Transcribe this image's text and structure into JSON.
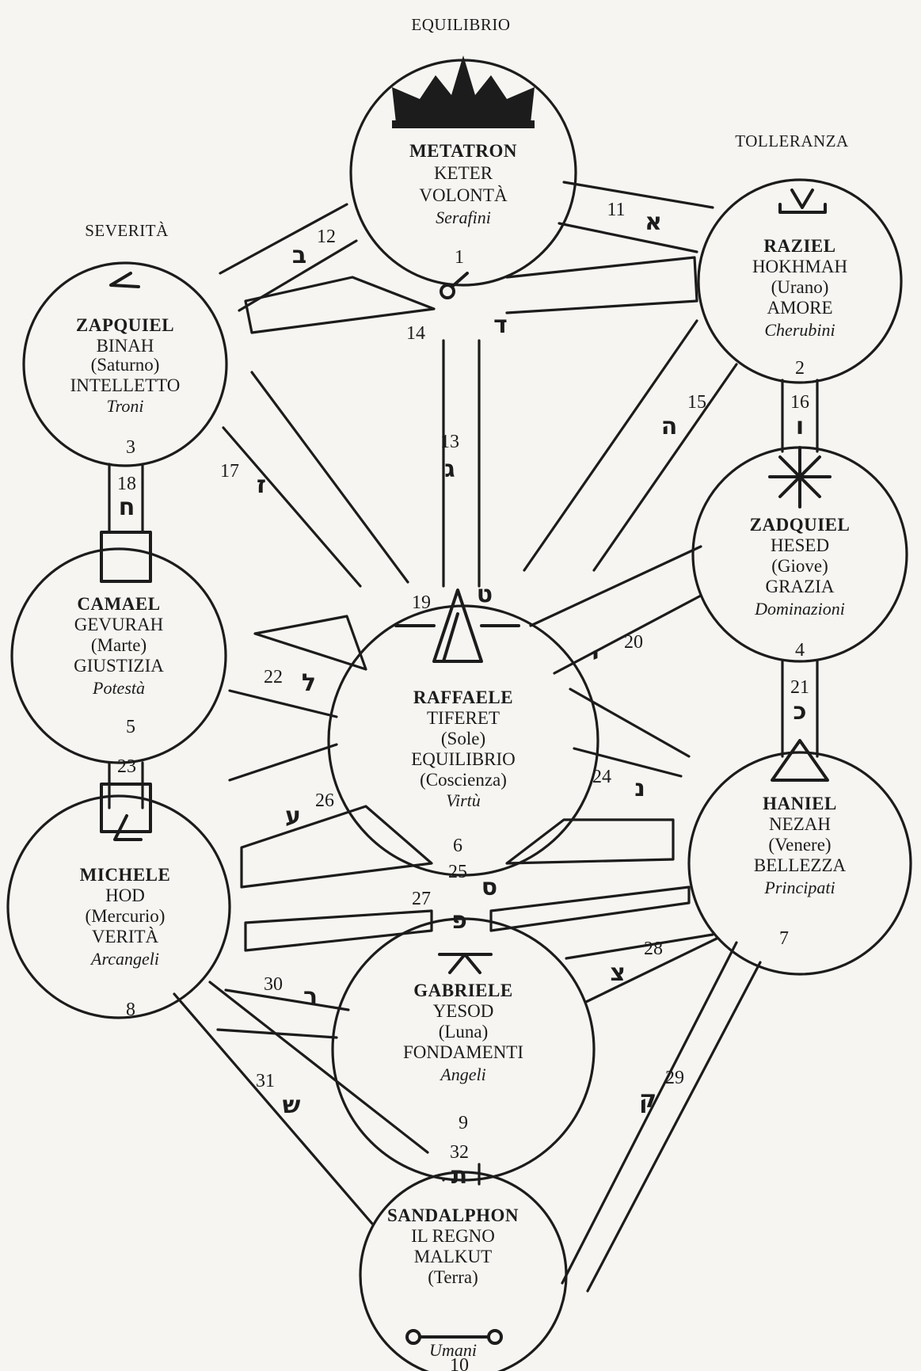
{
  "qualities": {
    "equilibrio": "EQUILIBRIO",
    "tolleranza": "TOLLERANZA",
    "severita": "SEVERITÀ"
  },
  "sephirot": {
    "keter": {
      "angel": "METATRON",
      "lines": [
        "KETER",
        "VOLONTÀ"
      ],
      "choir": "Serafini",
      "number": "1"
    },
    "hokhmah": {
      "angel": "RAZIEL",
      "lines": [
        "HOKHMAH",
        "(Urano)",
        "AMORE"
      ],
      "choir": "Cherubini",
      "number": "2"
    },
    "binah": {
      "angel": "ZAPQUIEL",
      "lines": [
        "BINAH",
        "(Saturno)",
        "INTELLETTO"
      ],
      "choir": "Troni",
      "number": "3"
    },
    "hesed": {
      "angel": "ZADQUIEL",
      "lines": [
        "HESED",
        "(Giove)",
        "GRAZIA"
      ],
      "choir": "Dominazioni",
      "number": "4"
    },
    "gevurah": {
      "angel": "CAMAEL",
      "lines": [
        "GEVURAH",
        "(Marte)",
        "GIUSTIZIA"
      ],
      "choir": "Potestà",
      "number": "5"
    },
    "tiferet": {
      "angel": "RAFFAELE",
      "lines": [
        "TIFERET",
        "(Sole)",
        "EQUILIBRIO",
        "(Coscienza)"
      ],
      "choir": "Virtù",
      "number": "6"
    },
    "nezah": {
      "angel": "HANIEL",
      "lines": [
        "NEZAH",
        "(Venere)",
        "BELLEZZA"
      ],
      "choir": "Principati",
      "number": "7"
    },
    "hod": {
      "angel": "MICHELE",
      "lines": [
        "HOD",
        "(Mercurio)",
        "VERITÀ"
      ],
      "choir": "Arcangeli",
      "number": "8"
    },
    "yesod": {
      "angel": "GABRIELE",
      "lines": [
        "YESOD",
        "(Luna)",
        "FONDAMENTI"
      ],
      "choir": "Angeli",
      "number": "9"
    },
    "malkut": {
      "angel": "SANDALPHON",
      "lines": [
        "IL REGNO",
        "MALKUT",
        "(Terra)"
      ],
      "choir": "Umani",
      "number": "10"
    }
  },
  "paths": [
    {
      "n": "11",
      "letter": "א"
    },
    {
      "n": "12",
      "letter": "ב"
    },
    {
      "n": "13",
      "letter": "ג"
    },
    {
      "n": "14",
      "letter": "ד"
    },
    {
      "n": "15",
      "letter": "ה"
    },
    {
      "n": "16",
      "letter": "ו"
    },
    {
      "n": "17",
      "letter": "ז"
    },
    {
      "n": "18",
      "letter": "ח"
    },
    {
      "n": "19",
      "letter": "ט"
    },
    {
      "n": "20",
      "letter": "י"
    },
    {
      "n": "21",
      "letter": "כ"
    },
    {
      "n": "22",
      "letter": "ל"
    },
    {
      "n": "23",
      "letter": ""
    },
    {
      "n": "24",
      "letter": "נ"
    },
    {
      "n": "25",
      "letter": "ס"
    },
    {
      "n": "26",
      "letter": "ע"
    },
    {
      "n": "27",
      "letter": "פ"
    },
    {
      "n": "28",
      "letter": "צ"
    },
    {
      "n": "29",
      "letter": "ק"
    },
    {
      "n": "30",
      "letter": "ר"
    },
    {
      "n": "31",
      "letter": "ש"
    },
    {
      "n": "32",
      "letter": "ת"
    }
  ],
  "icons": {
    "keter": "crown-icon",
    "hokhmah": "uranus-glyph-icon",
    "binah": "saturn-glyph-icon",
    "hesed": "star-burst-icon",
    "gevurah": "square-icon",
    "tiferet": "winged-triangle-icon",
    "nezah": "triangle-icon",
    "hod": "square-glyph-icon",
    "yesod": "moon-glyph-icon",
    "malkut": "dumbbell-icon"
  }
}
